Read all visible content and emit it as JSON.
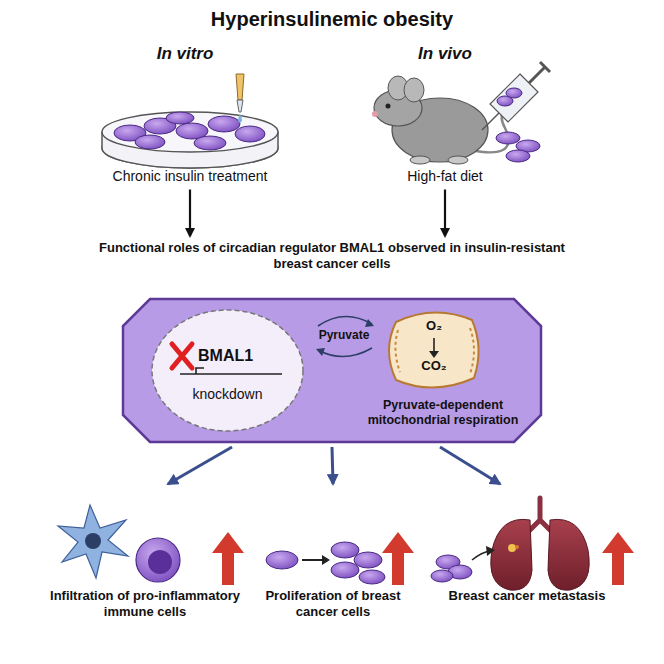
{
  "diagram": {
    "title": "Hyperinsulinemic obesity",
    "nodes": [
      {
        "text": [
          "Chronic insulin treatment"
        ]
      },
      {
        "text": [
          "High-fat diet"
        ]
      },
      {
        "text": [
          "Functional roles of circadian regulator BMAL1 observed in insulin-resistant breast cancer cells"
        ]
      },
      {
        "text": [
          "Pyruvate",
          "Pyruvate-dependent mitochondrial respiration"
        ]
      },
      {
        "text": [
          "BMAL1",
          "knockdown"
        ],
        "in": 3
      },
      {
        "text": [
          "O₂",
          "CO₂"
        ],
        "in": 3
      },
      {
        "text": [
          "Infiltration of pro-inflammatory immune cells"
        ]
      },
      {
        "text": [
          "Proliferation of breast cancer cells"
        ]
      },
      {
        "text": [
          "Breast cancer metastasis"
        ]
      }
    ],
    "edges": [
      {
        "from": 0,
        "to": 2,
        "arrow": "to"
      },
      {
        "from": 1,
        "to": 2,
        "arrow": "to"
      },
      {
        "from": 4,
        "to": 5,
        "arrow": "to"
      },
      {
        "from": 3,
        "to": 6,
        "arrow": "to"
      },
      {
        "from": 3,
        "to": 7,
        "arrow": "to"
      },
      {
        "from": 3,
        "to": 8,
        "arrow": "to"
      }
    ],
    "labels": [
      "In vitro",
      "In vivo"
    ]
  }
}
